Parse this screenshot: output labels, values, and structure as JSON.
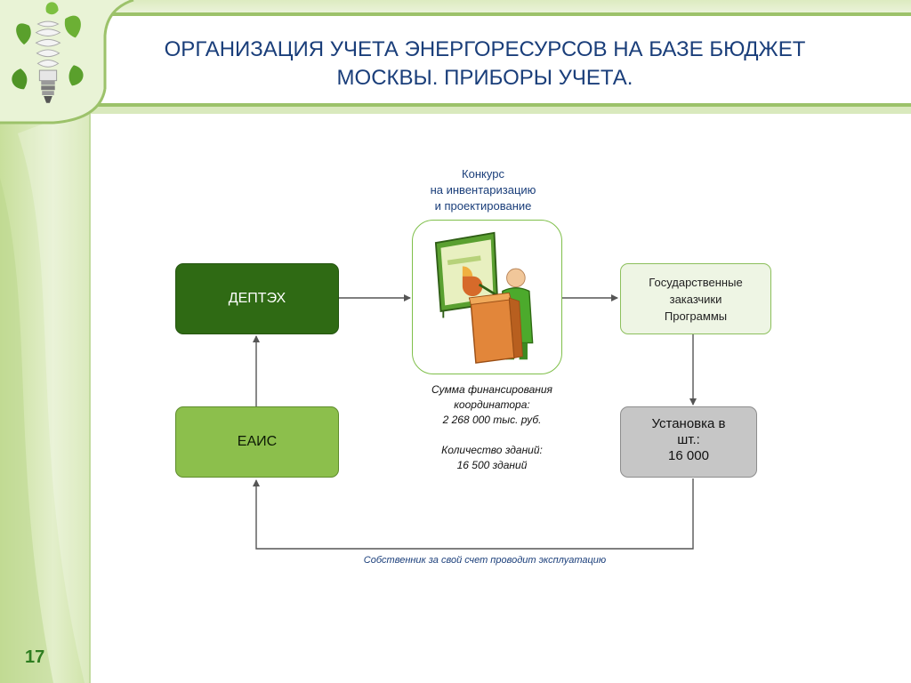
{
  "slide": {
    "title_lines": [
      "ОРГАНИЗАЦИЯ УЧЕТА ЭНЕРГОРЕСУРСОВ НА БАЗЕ БЮДЖЕТ",
      "МОСКВЫ. ПРИБОРЫ УЧЕТА."
    ],
    "number": "17"
  },
  "diagram": {
    "deptech": "ДЕПТЭХ",
    "eais": "ЕАИС",
    "contest_caption": [
      "Конкурс",
      "на инвентаризацию",
      "и проектирование"
    ],
    "customers": [
      "Государственные",
      "заказчики",
      "Программы"
    ],
    "install": [
      "Установка в",
      "шт.:",
      "16 000"
    ],
    "funding_note": [
      "Сумма финансирования",
      "координатора:",
      "2 268 000 тыс. руб.",
      "",
      "Количество зданий:",
      "16 500 зданий"
    ],
    "owner_note": "Собственник за свой счет проводит эксплуатацию"
  },
  "colors": {
    "title": "#1a3e7a",
    "dark_green": "#2f6a14",
    "mid_green": "#8cbf4c",
    "light_green": "#eef5e4",
    "gray_box": "#c6c6c6",
    "arrow": "#555555"
  },
  "icons": [
    "energy-bulb-icon",
    "presenter-icon"
  ]
}
